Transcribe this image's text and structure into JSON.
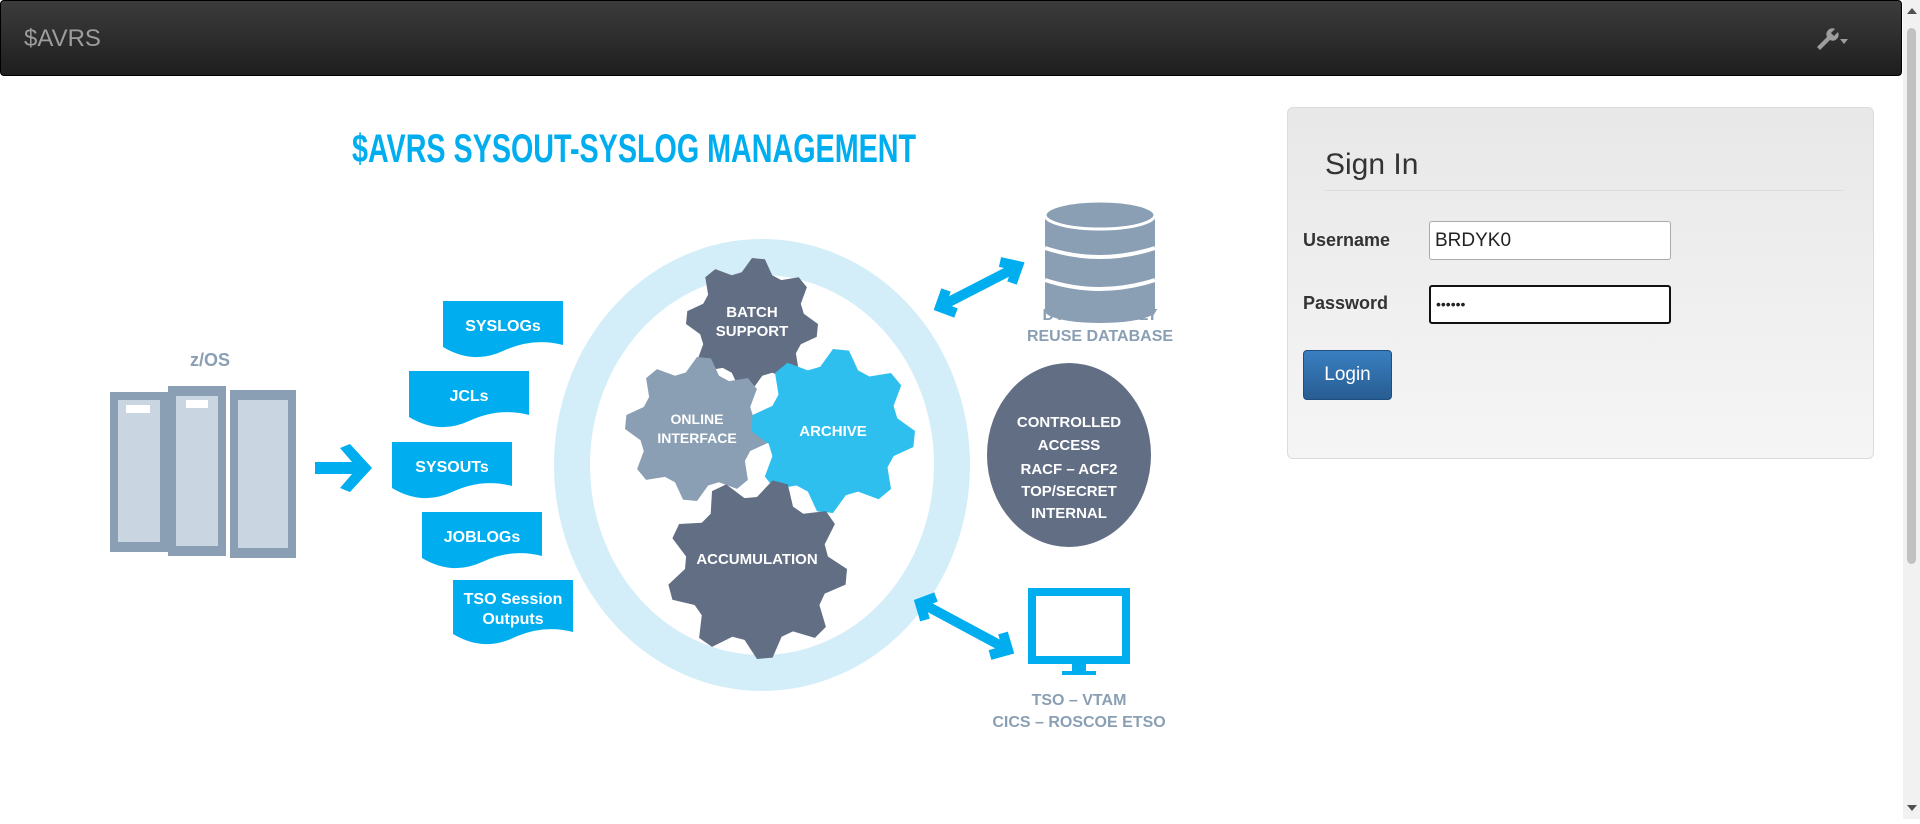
{
  "navbar": {
    "brand": "$AVRS",
    "settings_icon": "wrench-icon"
  },
  "diagram": {
    "title": "$AVRS SYSOUT-SYSLOG MANAGEMENT",
    "zos_label": "z/OS",
    "documents": [
      "SYSLOGs",
      "JCLs",
      "SYSOUTs",
      "JOBLOGs",
      "TSO Session",
      "Outputs"
    ],
    "gears": {
      "batch_1": "BATCH",
      "batch_2": "SUPPORT",
      "online_1": "ONLINE",
      "online_2": "INTERFACE",
      "archive": "ARCHIVE",
      "accumulation": "ACCUMULATION"
    },
    "database_1": "DYNAMICALLY",
    "database_2": "REUSE DATABASE",
    "access": [
      "CONTROLLED",
      "ACCESS",
      "RACF – ACF2",
      "TOP/SECRET",
      "INTERNAL"
    ],
    "terminal_1": "TSO – VTAM",
    "terminal_2": "CICS – ROSCOE ETSO",
    "colors": {
      "blue": "#00aeef",
      "light_blue": "#d3eef9",
      "dark_gear": "#616e84",
      "mid_gear": "#8a9fb4",
      "archive": "#2fbfef"
    }
  },
  "signin": {
    "title": "Sign In",
    "username_label": "Username",
    "username_value": "BRDYK0",
    "password_label": "Password",
    "password_value": "••••••",
    "login_label": "Login"
  }
}
